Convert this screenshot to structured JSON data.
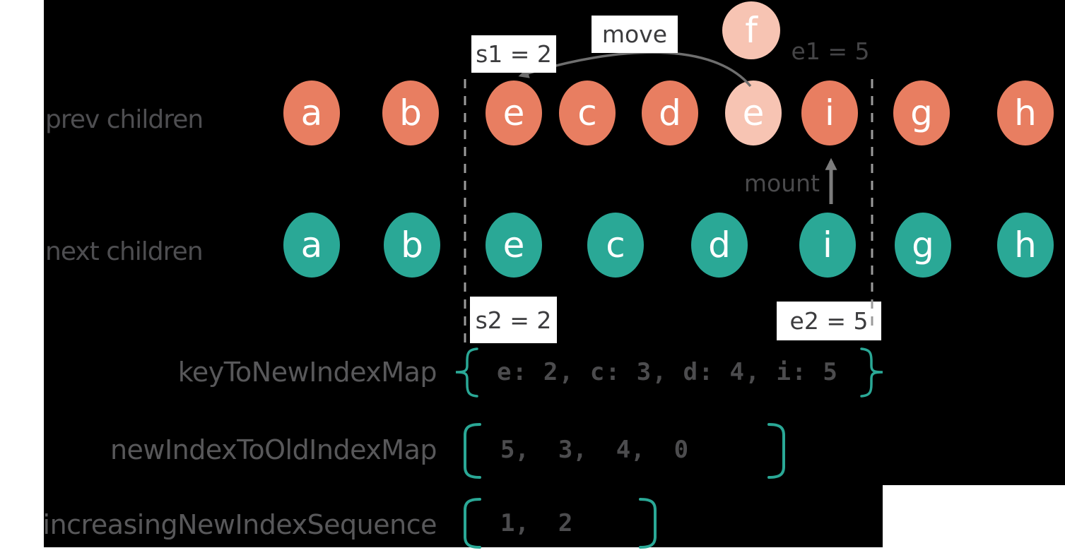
{
  "colors": {
    "background": "#000000",
    "page_white": "#FFFFFF",
    "node_orange": "#E87E61",
    "node_light_pink": "#F7C4B3",
    "node_teal": "#2AA896",
    "bracket_teal": "#2AA896",
    "arrow_gray": "#6E6E6E",
    "dashed_line_gray": "#9B9B9B",
    "label_gray": "#58585A",
    "box_text_gray": "#3C3C3E"
  },
  "rows": {
    "prev": {
      "label": "prev children",
      "items": [
        {
          "letter": "a"
        },
        {
          "letter": "b"
        },
        {
          "letter": "e"
        },
        {
          "letter": "c"
        },
        {
          "letter": "d"
        },
        {
          "letter": "e",
          "variant": "light"
        },
        {
          "letter": "i"
        },
        {
          "letter": "g"
        },
        {
          "letter": "h"
        }
      ]
    },
    "next": {
      "label": "next children",
      "items": [
        {
          "letter": "a"
        },
        {
          "letter": "b"
        },
        {
          "letter": "e"
        },
        {
          "letter": "c"
        },
        {
          "letter": "d"
        },
        {
          "letter": "i"
        },
        {
          "letter": "g"
        },
        {
          "letter": "h"
        }
      ]
    }
  },
  "floating_node": {
    "letter": "f"
  },
  "annotations": {
    "s1": "s1 = 2",
    "e1": "e1 = 5",
    "s2": "s2 = 2",
    "e2": "e2 = 5",
    "move": "move",
    "mount": "mount"
  },
  "maps": [
    {
      "label": "keyToNewIndexMap",
      "open": "{",
      "content": "e: 2, c: 3, d: 4, i: 5",
      "close": "}"
    },
    {
      "label": "newIndexToOldIndexMap",
      "open": "[",
      "content": "5,  3,  4,  0",
      "close": "]"
    },
    {
      "label": "increasingNewIndexSequence",
      "open": "[",
      "content": "1,  2",
      "close": "]"
    }
  ]
}
